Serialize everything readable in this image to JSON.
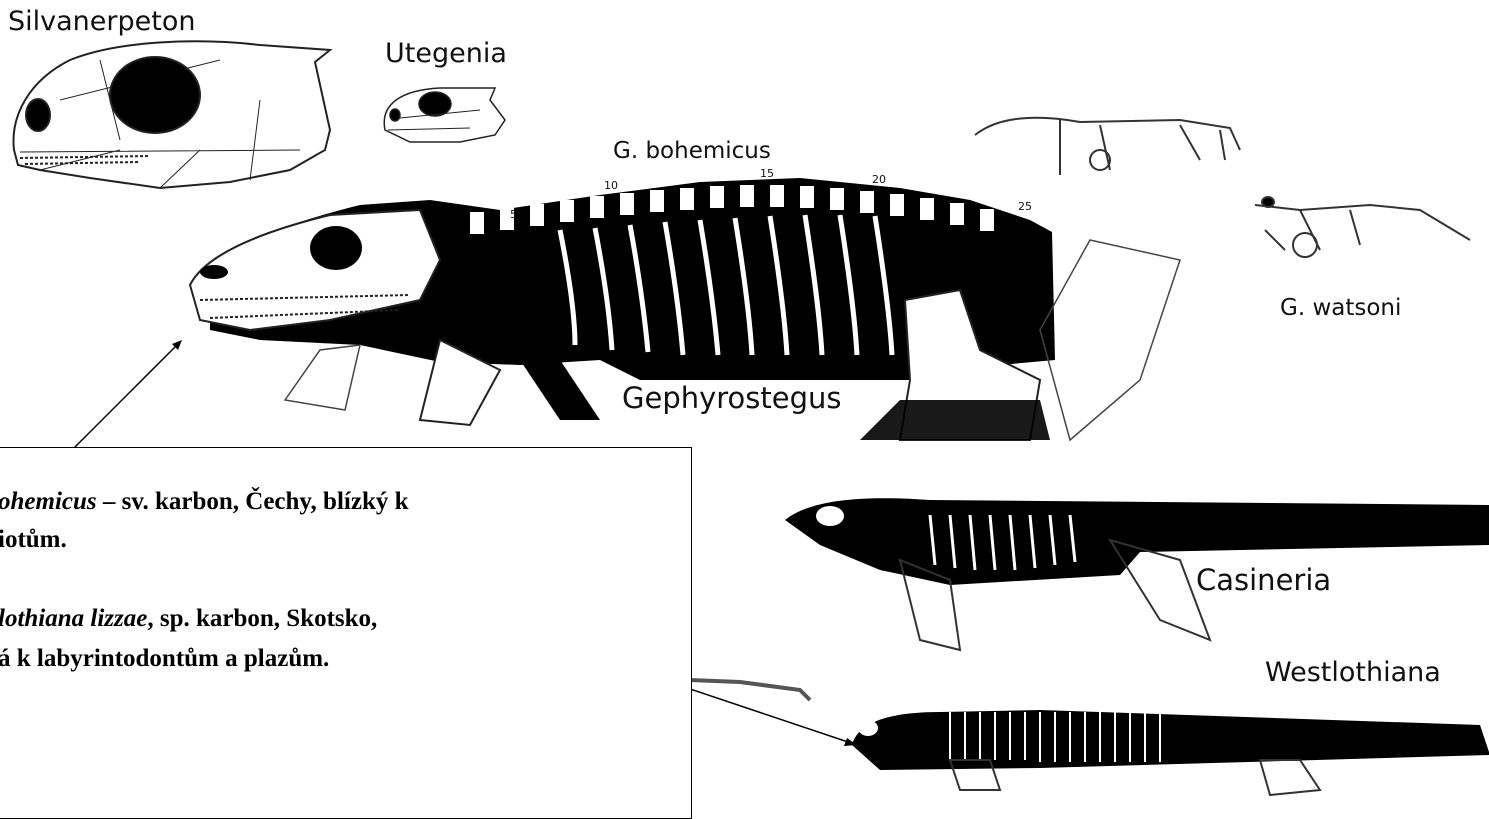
{
  "labels": {
    "silvanerpeton": "Silvanerpeton",
    "utegenia": "Utegenia",
    "g_bohemicus": "G. bohemicus",
    "g_watsoni": "G. watsoni",
    "gephyrostegus": "Gephyrostegus",
    "casineria": "Casineria",
    "westlothiana": "Westlothiana"
  },
  "vertebra_ticks": [
    "5",
    "10",
    "15",
    "20",
    "25"
  ],
  "caption": {
    "line1_italic": "ohemicus",
    "line1_rest": " – sv. karbon, Čechy, blízký k",
    "line2": "iotům.",
    "line3_italic": "lothiana lizzae",
    "line3_rest": ", sp. karbon, Skotsko,",
    "line4": "á k labyrintodontům a plazům."
  }
}
